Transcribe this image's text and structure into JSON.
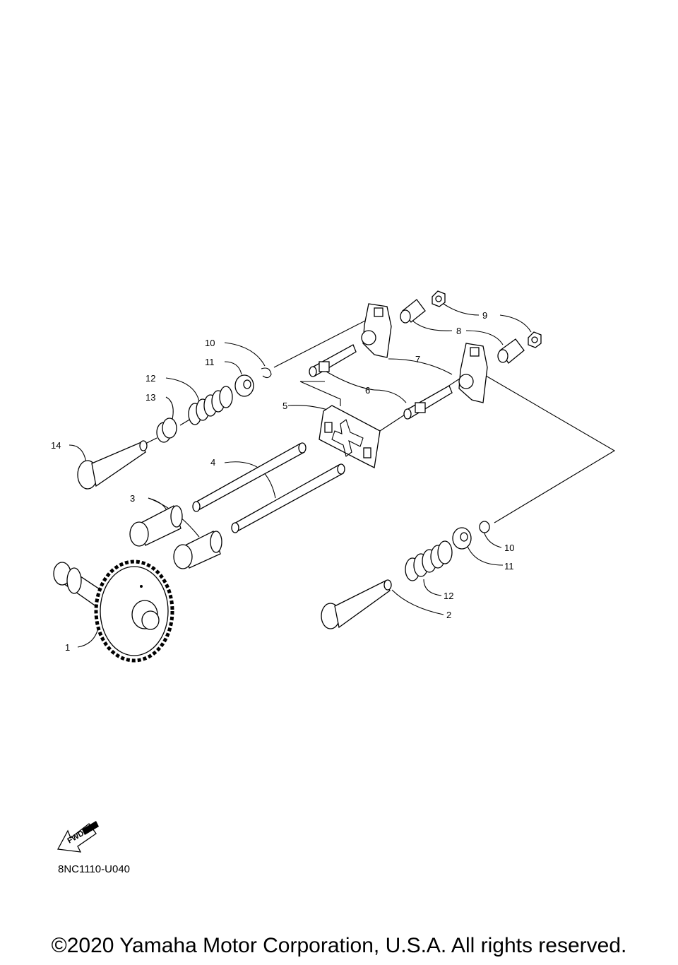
{
  "diagram": {
    "callouts": {
      "c1": "1",
      "c2": "2",
      "c3": "3",
      "c4": "4",
      "c5": "5",
      "c6": "6",
      "c7": "7",
      "c8": "8",
      "c9": "9",
      "c10a": "10",
      "c10b": "10",
      "c11a": "11",
      "c11b": "11",
      "c12a": "12",
      "c12b": "12",
      "c13": "13",
      "c14": "14"
    },
    "fwd_label": "FWD",
    "code": "8NC1110-U040"
  },
  "footer": {
    "copyright": "©2020 Yamaha Motor Corporation, U.S.A. All rights reserved."
  }
}
